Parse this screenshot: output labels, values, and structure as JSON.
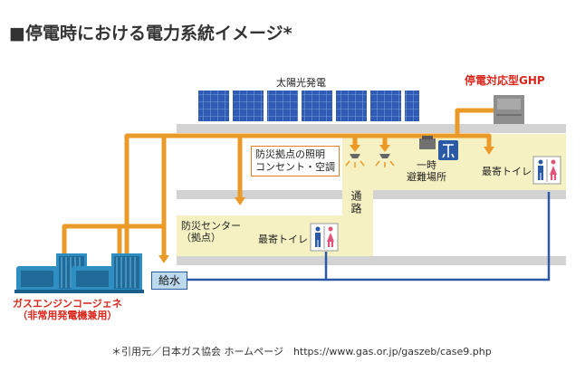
{
  "title": "■停電時における電力系統イメージ*",
  "labels": {
    "solar": "太陽光発電",
    "ghp": "停電対応型GHP",
    "lighting_l1": "防災拠点の照明",
    "lighting_l2": "コンセント・空調",
    "corridor": "通路",
    "shelter_l1": "一時",
    "shelter_l2": "避難場所",
    "toilet_upper": "最寄トイレ",
    "center_l1": "防災センター",
    "center_l2": "（拠点）",
    "toilet_lower": "最寄トイレ",
    "water": "給水",
    "cogen_l1": "ガスエンジンコージェネ",
    "cogen_l2": "（非常用発電機兼用）"
  },
  "source": "＊引用元／日本ガス協会 ホームページ　https://www.gas.or.jp/gaszeb/case9.php",
  "colors": {
    "power_line": "#eb9a28",
    "water_line": "#2a5aa6",
    "floor_slab": "#d3d3d3",
    "room_fill": "#f6f1c2",
    "solar_panel": "#2f5bb5",
    "accent_red": "#d8261a"
  }
}
